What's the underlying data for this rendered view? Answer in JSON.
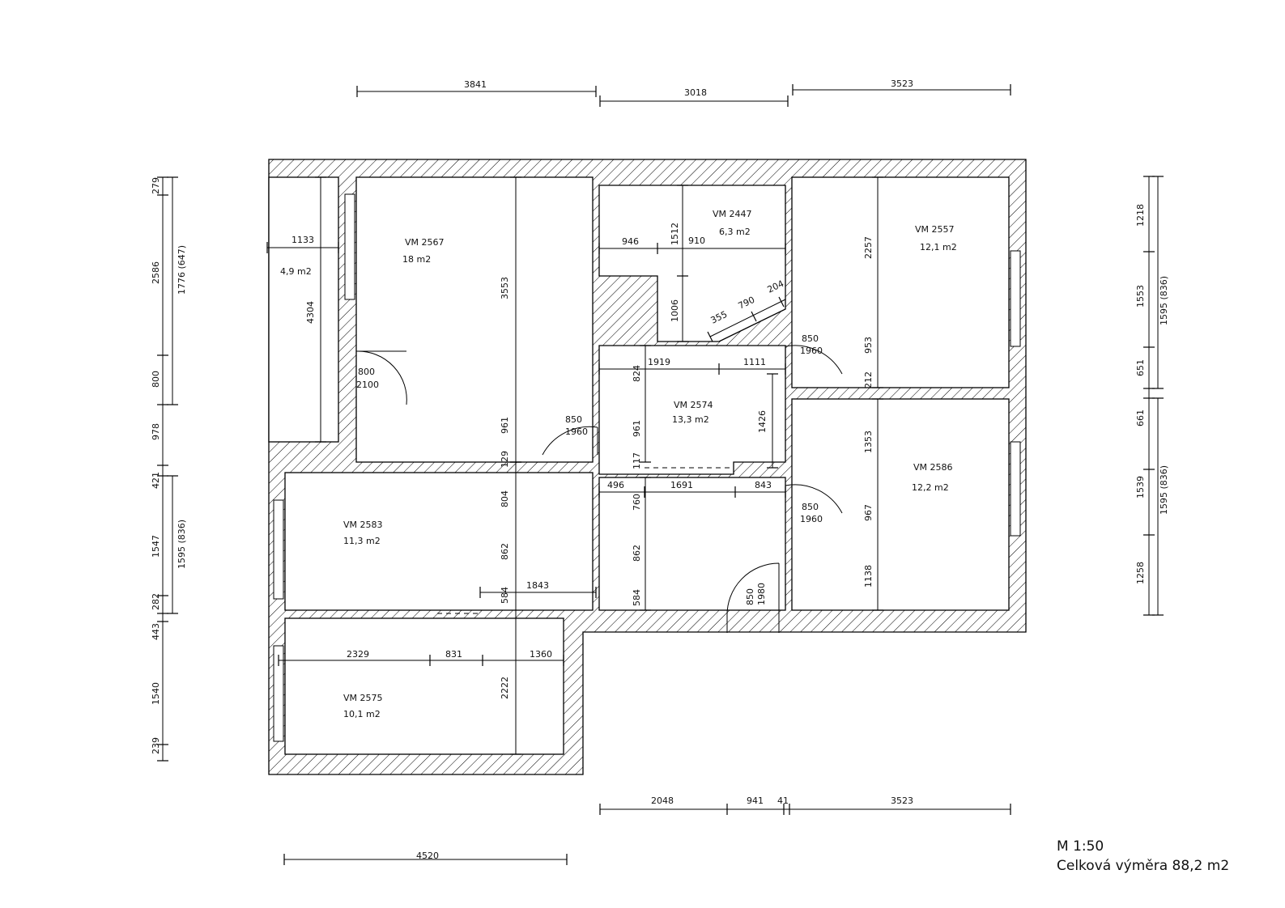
{
  "plan": {
    "scale": "M 1:50",
    "total_area": "Celková výměra 88,2 m2",
    "rooms": [
      {
        "name": "",
        "area": "4,9 m2"
      },
      {
        "name": "VM 2567",
        "area": "18 m2"
      },
      {
        "name": "VM 2447",
        "area": "6,3 m2"
      },
      {
        "name": "VM 2557",
        "area": "12,1 m2"
      },
      {
        "name": "VM 2574",
        "area": "13,3 m2"
      },
      {
        "name": "VM 2583",
        "area": "11,3 m2"
      },
      {
        "name": "VM 2586",
        "area": "12,2 m2"
      },
      {
        "name": "VM 2575",
        "area": "10,1 m2"
      }
    ],
    "doors": [
      {
        "width": "800",
        "height": "2100"
      },
      {
        "width": "850",
        "height": "1960"
      },
      {
        "width": "850",
        "height": "1960"
      },
      {
        "width": "850",
        "height": "1960"
      },
      {
        "width": "850",
        "height": "1980"
      }
    ],
    "dims_top": [
      "3841",
      "3018",
      "3523"
    ],
    "dims_bottom": [
      "2048",
      "941",
      "41",
      "3523"
    ],
    "dim_bottom_left": "4520",
    "dims_left_outer": [
      "279",
      "2586",
      "800",
      "978",
      "421",
      "1547",
      "282",
      "443",
      "1540",
      "239"
    ],
    "dims_left_inner": [
      "1776 (647)",
      "1595 (836)"
    ],
    "dims_right_outer": [
      "1218",
      "1553",
      "651",
      "661",
      "1539",
      "1258"
    ],
    "dims_right_inner": [
      "1595 (836)",
      "1595 (836)"
    ],
    "dims_internal": [
      "1133",
      "4304",
      "3553",
      "961",
      "129",
      "804",
      "862",
      "584",
      "1843",
      "946",
      "1512",
      "910",
      "1006",
      "355",
      "790",
      "204",
      "1919",
      "1111",
      "824",
      "961",
      "117",
      "1426",
      "496",
      "1691",
      "843",
      "760",
      "862",
      "584",
      "2257",
      "953",
      "212",
      "1353",
      "967",
      "1138",
      "2329",
      "831",
      "1360",
      "2222"
    ]
  }
}
